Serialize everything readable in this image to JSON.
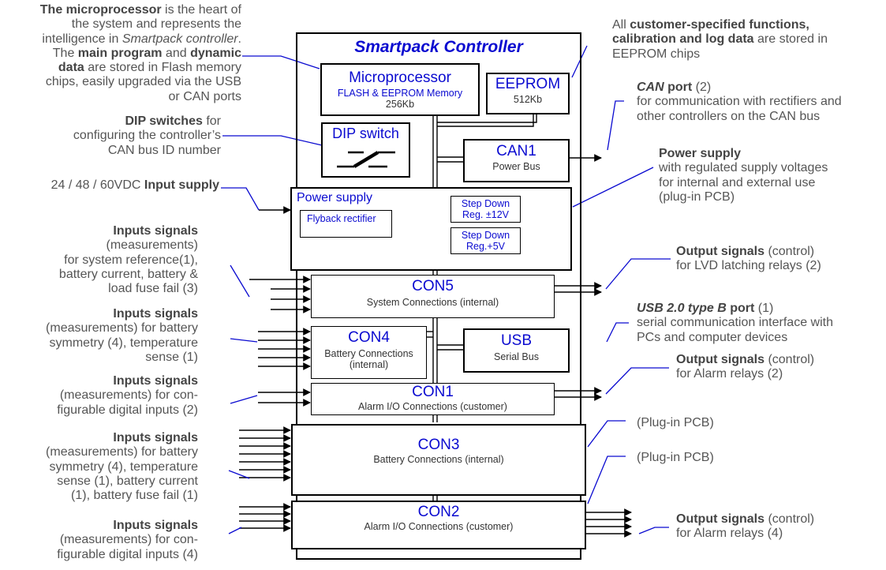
{
  "controller": {
    "title": "Smartpack Controller"
  },
  "blocks": {
    "microprocessor": {
      "title": "Microprocessor",
      "sub1": "FLASH & EEPROM Memory",
      "sub2": "256Kb"
    },
    "eeprom": {
      "title": "EEPROM",
      "sub": "512Kb"
    },
    "dip": {
      "title": "DIP switch"
    },
    "can1": {
      "title": "CAN1",
      "sub": "Power Bus"
    },
    "power_supply": {
      "title": "Power supply",
      "flyback": "Flyback rectifier",
      "step12_l1": "Step Down",
      "step12_l2": "Reg. ±12V",
      "step5_l1": "Step Down",
      "step5_l2": "Reg.+5V"
    },
    "con5": {
      "title": "CON5",
      "sub": "System Connections (internal)"
    },
    "con4": {
      "title": "CON4",
      "sub1": "Battery Connections",
      "sub2": "(internal)"
    },
    "usb": {
      "title": "USB",
      "sub": "Serial Bus"
    },
    "con1": {
      "title": "CON1",
      "sub": "Alarm I/O Connections (customer)"
    },
    "con3": {
      "title": "CON3",
      "sub": "Battery Connections (internal)"
    },
    "con2": {
      "title": "CON2",
      "sub": "Alarm I/O Connections (customer)"
    }
  },
  "notes_left": {
    "micro": {
      "b1": "The microprocessor",
      "t1": " is the heart of",
      "l2": "the system and represents the",
      "l3a": "intelligence in ",
      "l3i": "Smartpack controller",
      "l3b": ".",
      "l4a": "The ",
      "l4b": "main program",
      "l4c": " and ",
      "l4d": "dynamic",
      "l5a": "data",
      "l5b": " are stored in Flash memory",
      "l6": "chips, easily upgraded via the USB",
      "l7": "or CAN ports"
    },
    "dip": {
      "b": "DIP switches",
      "t": " for",
      "l2": "configuring the controller’s",
      "l3": "CAN bus ID number"
    },
    "supply": {
      "t": "24 / 48 / 60VDC ",
      "b": "Input supply"
    },
    "in1": {
      "b": "Inputs signals",
      "l2": "(measurements)",
      "l3": "for system reference(1),",
      "l4": "battery current, battery &",
      "l5": "load fuse fail (3)"
    },
    "in2": {
      "b": "Inputs signals",
      "l2": "(measurements) for battery",
      "l3": "symmetry (4), temperature",
      "l4": "sense (1)"
    },
    "in3": {
      "b": "Inputs signals",
      "l2": "(measurements) for con-",
      "l3": "figurable digital inputs (2)"
    },
    "in4": {
      "b": "Inputs signals",
      "l2": "(measurements) for battery",
      "l3": "symmetry (4), temperature",
      "l4": "sense (1), battery current",
      "l5": "(1), battery fuse fail (1)"
    },
    "in5": {
      "b": "Inputs signals",
      "l2": "(measurements) for con-",
      "l3": "figurable digital inputs (4)"
    }
  },
  "notes_right": {
    "eeprom": {
      "l1a": "All ",
      "l1b": "customer-specified functions,",
      "l2a": "calibration and log data",
      "l2b": " are stored in",
      "l3": "EEPROM chips"
    },
    "can": {
      "i": "CAN",
      "b": " port",
      "t": " (2)",
      "l2": "for communication with rectifiers and",
      "l3": "other controllers on the CAN bus"
    },
    "power": {
      "b": "Power supply",
      "l2": "with regulated supply voltages",
      "l3": "for internal and external use",
      "l4": "(plug-in PCB)"
    },
    "out_lvd": {
      "b": "Output signals",
      "t": " (control)",
      "l2": "for LVD latching relays (2)"
    },
    "usb": {
      "bi": "USB 2.0 type B",
      "b": " port",
      "t": " (1)",
      "l2": "serial communication interface with",
      "l3": "PCs and computer devices"
    },
    "out_alarm1": {
      "b": "Output signals",
      "t": " (control)",
      "l2": "for Alarm relays (2)"
    },
    "plug1": {
      "t": "(Plug-in PCB)"
    },
    "plug2": {
      "t": "(Plug-in PCB)"
    },
    "out_alarm2": {
      "b": "Output signals",
      "t": " (control)",
      "l2": "for Alarm relays (4)"
    }
  },
  "colors": {
    "leader": "#0a0ad0",
    "block_title": "#0a0ad0",
    "note_text": "#555555"
  }
}
